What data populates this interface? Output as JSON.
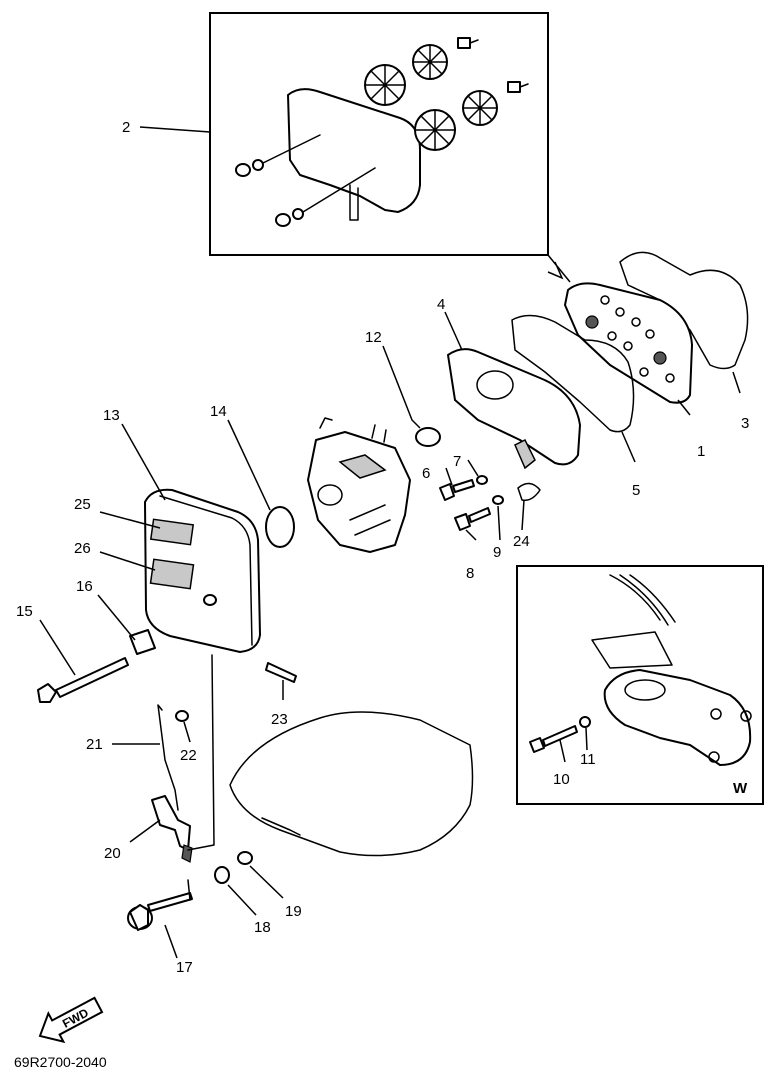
{
  "diagram_code": "69R2700-2040",
  "fwd_label": "FWD",
  "detail_w_label": "W",
  "callouts": {
    "c1": "1",
    "c2": "2",
    "c3": "3",
    "c4": "4",
    "c5": "5",
    "c6": "6",
    "c7": "7",
    "c8": "8",
    "c9": "9",
    "c10": "10",
    "c11": "11",
    "c12": "12",
    "c13": "13",
    "c14": "14",
    "c15": "15",
    "c16": "16",
    "c17": "17",
    "c18": "18",
    "c19": "19",
    "c20": "20",
    "c21": "21",
    "c22": "22",
    "c23": "23",
    "c24": "24",
    "c25": "25",
    "c26": "26"
  }
}
